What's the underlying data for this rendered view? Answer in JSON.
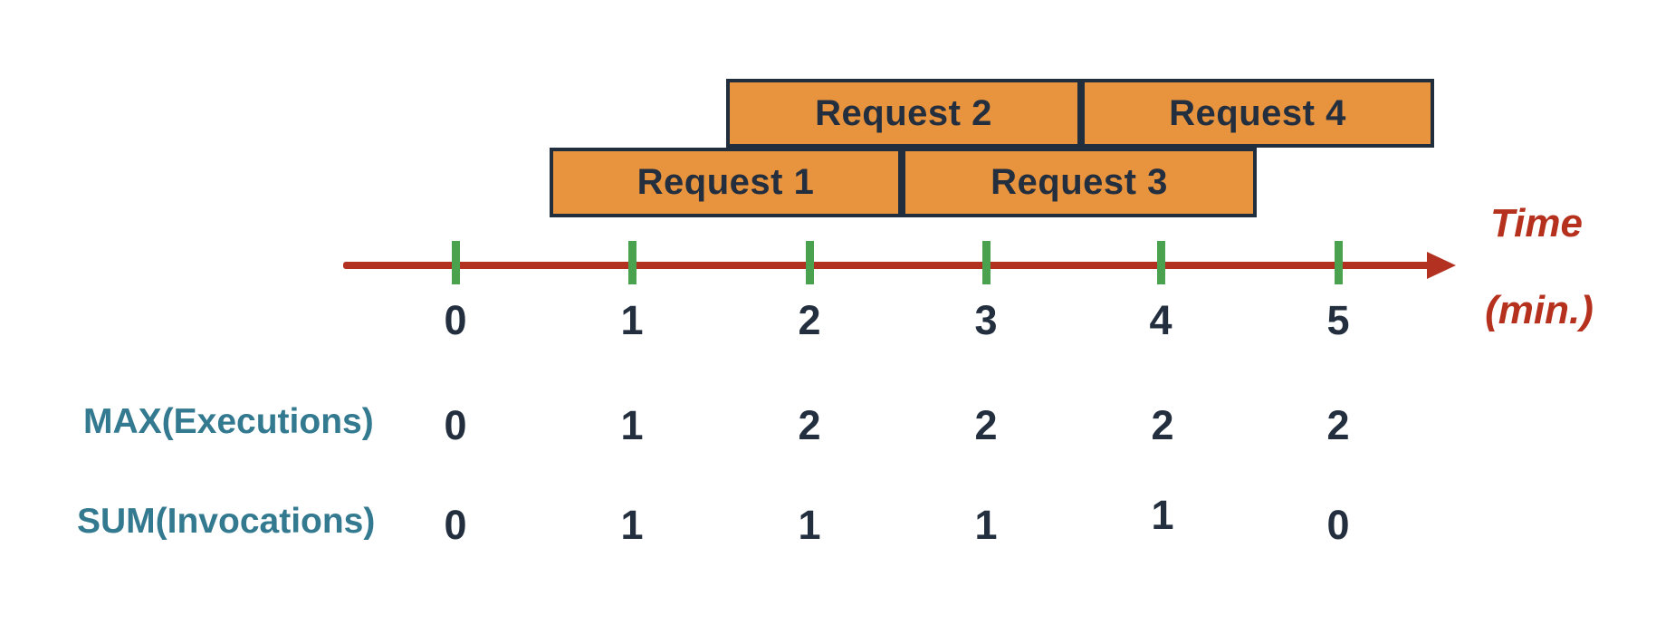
{
  "requests": [
    {
      "label": "Request 1",
      "row": "bottom",
      "start_min": 0.5,
      "end_min": 2.5
    },
    {
      "label": "Request 2",
      "row": "top",
      "start_min": 1.5,
      "end_min": 3.5
    },
    {
      "label": "Request 3",
      "row": "bottom",
      "start_min": 2.5,
      "end_min": 4.5
    },
    {
      "label": "Request 4",
      "row": "top",
      "start_min": 3.5,
      "end_min": 5.5
    }
  ],
  "axis": {
    "ticks": [
      "0",
      "1",
      "2",
      "3",
      "4",
      "5"
    ],
    "caption_line1": "Time",
    "caption_line2": "(min.)"
  },
  "metrics": {
    "max": {
      "name": "MAX(Executions)",
      "values": [
        "0",
        "1",
        "2",
        "2",
        "2",
        "2"
      ]
    },
    "sum": {
      "name": "SUM(Invocations)",
      "values": [
        "0",
        "1",
        "1",
        "1",
        "1",
        "0"
      ]
    }
  },
  "colors": {
    "bar_fill": "#e8943e",
    "bar_border": "#212e3d",
    "bar_text": "#232f3e",
    "axis_line": "#b23121",
    "tick_mark": "#4aa24e",
    "numbers": "#232f3e",
    "metric_name": "#337a90",
    "time_caption": "#b5311d"
  }
}
